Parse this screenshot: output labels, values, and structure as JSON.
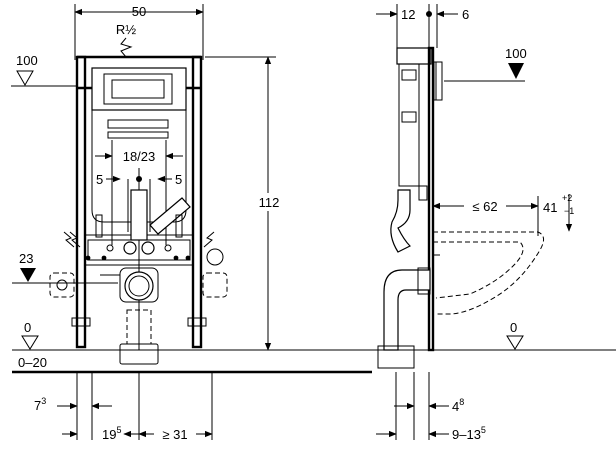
{
  "front_view": {
    "width_label": "50",
    "thread_label": "R½",
    "height_mark_100": "100",
    "height_mark_23": "23",
    "floor_mark_0": "0",
    "floor_range": "0–20",
    "spacing_label": "18/23",
    "left_offset_5": "5",
    "right_offset_5": "5",
    "frame_height": "112",
    "foot_left_base": "7",
    "foot_left_sup": "3",
    "drain_offset_base": "19",
    "drain_offset_sup": "5",
    "drain_min_label": "≥ 31"
  },
  "side_view": {
    "depth_12": "12",
    "depth_6": "6",
    "height_mark_100": "100",
    "bowl_max_label": "≤ 62",
    "seat_height_base": "41",
    "seat_tol_plus": "+2",
    "seat_tol_minus": "−1",
    "floor_mark_0": "0",
    "foot_offset_base": "4",
    "foot_offset_sup": "8",
    "wall_range_base": "9–13",
    "wall_range_sup": "5"
  }
}
